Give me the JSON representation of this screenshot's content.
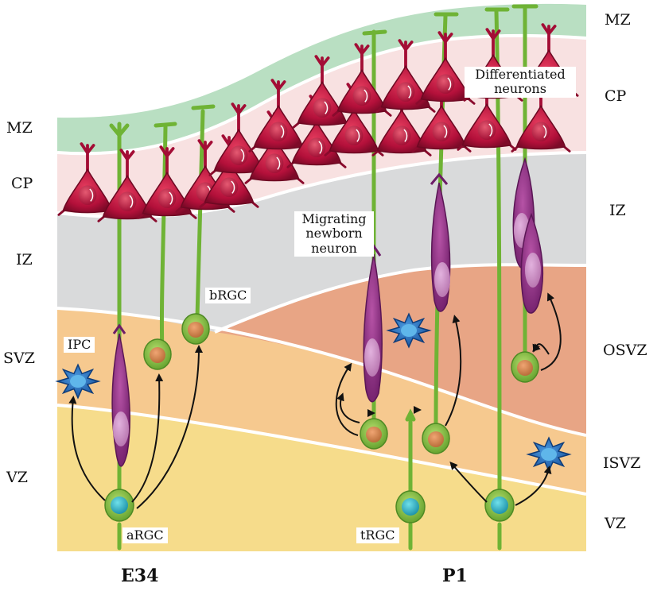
{
  "left_panel": {
    "zones": {
      "mz": "MZ",
      "cp": "CP",
      "iz": "IZ",
      "svz": "SVZ",
      "vz": "VZ"
    },
    "cells": {
      "ipc": "IPC",
      "brgc": "bRGC",
      "argc": "aRGC"
    },
    "stage": "E34"
  },
  "right_panel": {
    "zones": {
      "mz": "MZ",
      "cp": "CP",
      "iz": "IZ",
      "osvz": "OSVZ",
      "isvz": "ISVZ",
      "vz": "VZ"
    },
    "labels": {
      "migrating_line1": "Migrating",
      "migrating_line2": "newborn",
      "migrating_line3": "neuron",
      "differentiated_line1": "Differentiated",
      "differentiated_line2": "neurons",
      "trgc": "tRGC"
    },
    "stage": "P1"
  },
  "colors": {
    "mz": "#b9dfc2",
    "cp": "#f8e1e1",
    "iz": "#d9dadb",
    "svz_outer": "#f6c98f",
    "osvz": "#e8a585",
    "vz": "#f6dc8b",
    "neuron": "#c8123f",
    "radial_glia": "#7bbf3a",
    "migrating": "#8c2a86",
    "ipc": "#1f6fc0"
  }
}
